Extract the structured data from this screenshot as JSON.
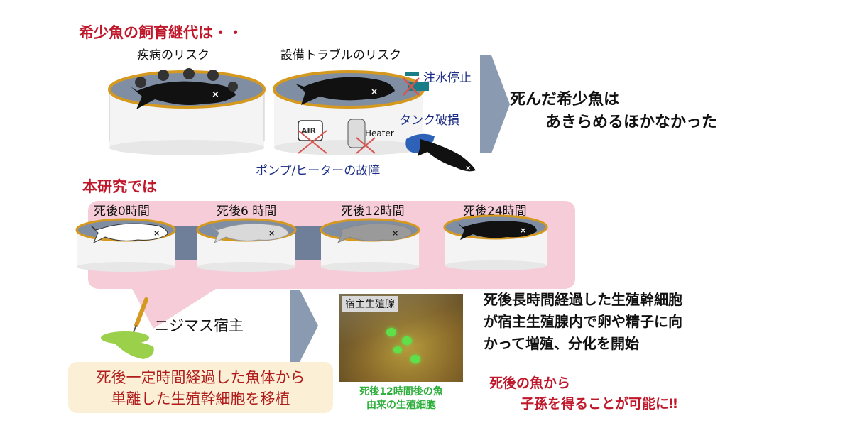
{
  "top": {
    "title": "希少魚の飼育継代は・・",
    "disease_label": "疾病のリスク",
    "equipment_label": "設備トラブルのリスク",
    "water_stop": "注水停止",
    "tank_break": "タンク破損",
    "pump_heater": "ポンプ/ヒーターの故障",
    "air_text": "AIR",
    "heater_text": "Heater",
    "result_line1": "死んだ希少魚は",
    "result_line2": "あきらめるほかなかった"
  },
  "study": {
    "title": "本研究では",
    "tanks": [
      {
        "label": "死後0時間"
      },
      {
        "label": "死後6 時間"
      },
      {
        "label": "死後12時間"
      },
      {
        "label": "死後24時間"
      }
    ]
  },
  "bottom": {
    "host_label": "ニジマス宿主",
    "transplant_line1": "死後一定時間経過した魚体から",
    "transplant_line2": "単離した生殖幹細胞を移植",
    "gonad_label": "宿主生殖腺",
    "gonad_caption_line1": "死後12時間後の魚",
    "gonad_caption_line2": "由来の生殖細胞",
    "result_line1": "死後長時間経過した生殖幹細胞",
    "result_line2": "が宿主生殖腺内で卵や精子に向",
    "result_line3": "かって増殖、分化を開始",
    "conclusion_line1": "死後の魚から",
    "conclusion_line2": "子孫を得ることが可能に‼"
  }
}
